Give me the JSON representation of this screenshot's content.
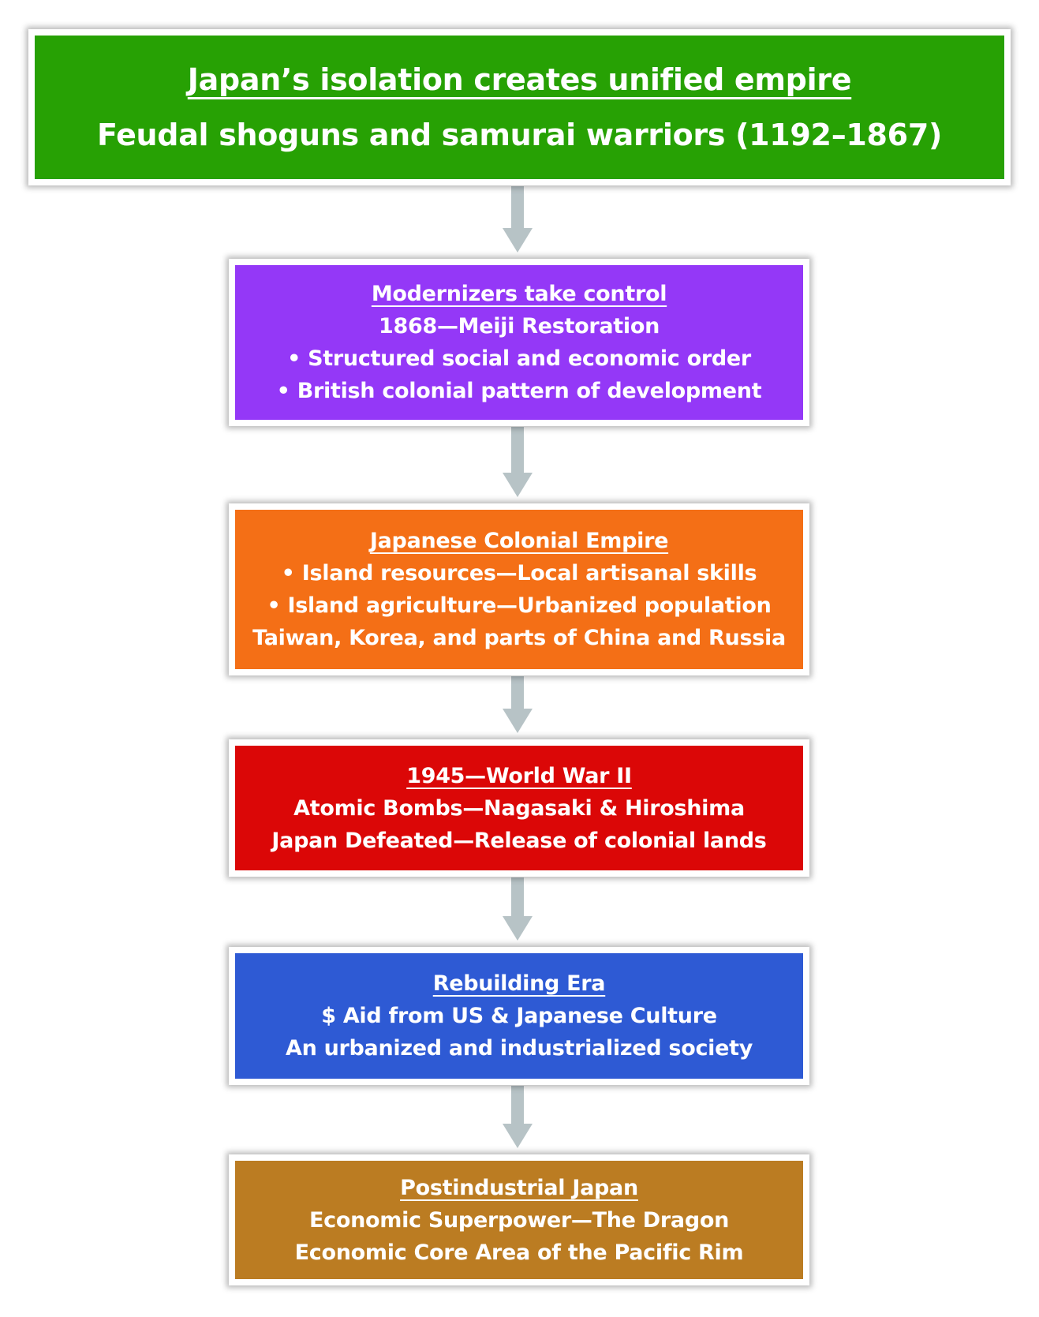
{
  "colors": {
    "green": "#27a104",
    "purple": "#9438f7",
    "orange": "#f46f16",
    "red": "#db0707",
    "blue": "#2e5ad4",
    "gold": "#bb7c22",
    "arrow": "#b7c3c6"
  },
  "steps": [
    {
      "title": "Japan’s isolation creates unified empire",
      "lines": [
        "Feudal shoguns and samurai warriors (1192–1867)"
      ]
    },
    {
      "title": "Modernizers take control",
      "lines": [
        "1868—Meiji Restoration",
        "• Structured social and economic order",
        "• British colonial pattern of development"
      ]
    },
    {
      "title": "Japanese Colonial Empire",
      "lines": [
        "•  Island resources—Local artisanal skills",
        "• Island agriculture—Urbanized population",
        "Taiwan, Korea, and parts of China and Russia"
      ]
    },
    {
      "title": "1945—World War II",
      "lines": [
        "Atomic Bombs—Nagasaki & Hiroshima",
        "Japan Defeated—Release of colonial lands"
      ]
    },
    {
      "title": "Rebuilding Era",
      "lines": [
        "$ Aid from US & Japanese Culture",
        "An urbanized and industrialized society"
      ]
    },
    {
      "title": "Postindustrial Japan",
      "lines": [
        "Economic Superpower—The Dragon",
        "Economic Core Area of the Pacific Rim"
      ]
    }
  ]
}
